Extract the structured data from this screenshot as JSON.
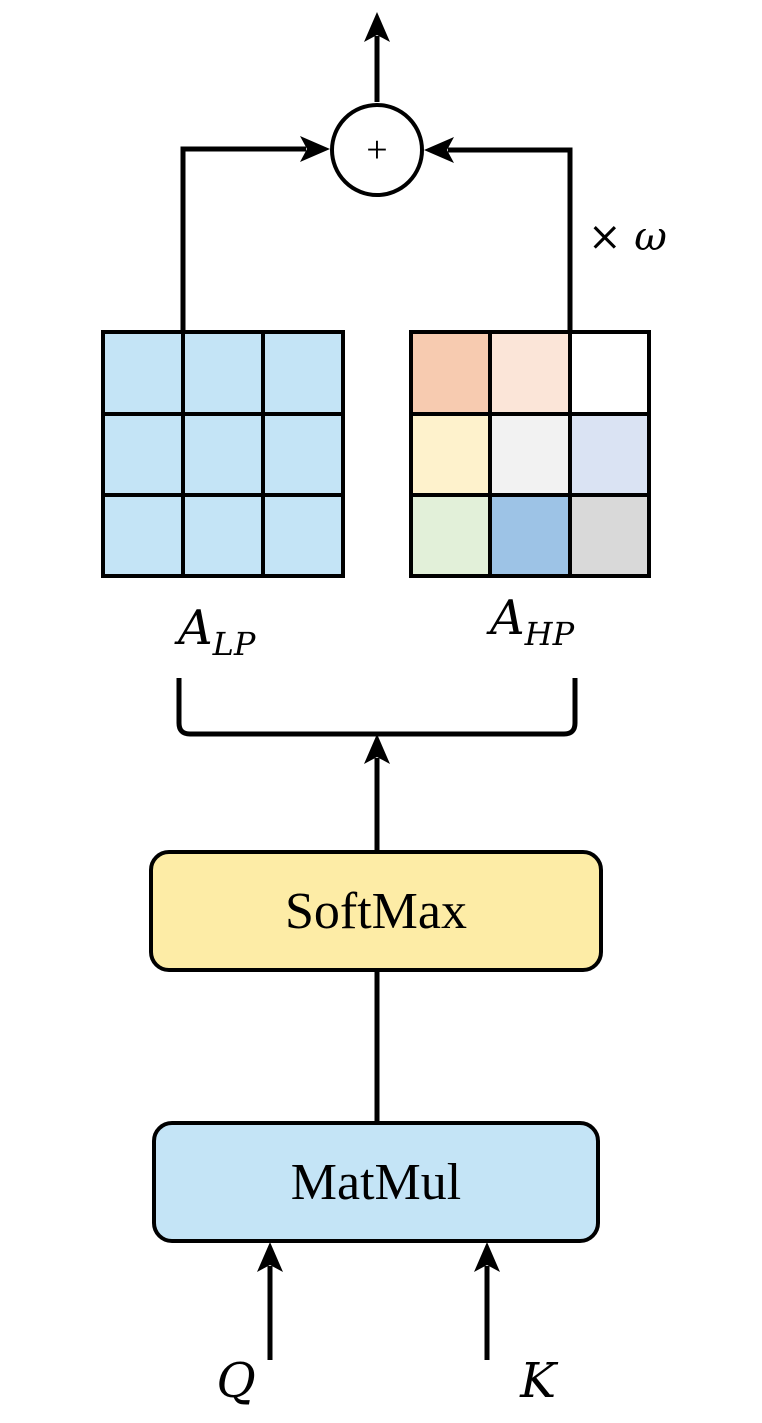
{
  "colors": {
    "softmax_fill": "#FDECA6",
    "matmul_fill": "#C4E4F6",
    "lp_cell": "#C4E4F6",
    "hp_cells": [
      "#F7CBB0",
      "#FBE5D8",
      "#FFFFFF",
      "#FEF2CC",
      "#F2F2F2",
      "#DAE3F3",
      "#E2F0D9",
      "#9DC3E6",
      "#D9D9D9"
    ]
  },
  "blocks": {
    "softmax_label": "SoftMax",
    "matmul_label": "MatMul"
  },
  "matrices": {
    "lp": {
      "name": "A",
      "subscript": "LP"
    },
    "hp": {
      "name": "A",
      "subscript": "HP"
    }
  },
  "inputs": {
    "q": "Q",
    "k": "K"
  },
  "operators": {
    "add_symbol": "+",
    "weight_label": "× ω"
  }
}
